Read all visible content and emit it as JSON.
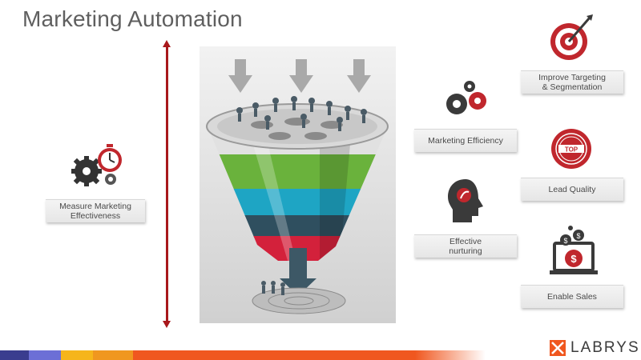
{
  "slide": {
    "title": "Marketing Automation"
  },
  "labels": {
    "measure": [
      "Measure Marketing",
      "Effectiveness"
    ],
    "efficiency": [
      "Marketing Efficiency"
    ],
    "nurturing": [
      "Effective",
      "nurturing"
    ],
    "targeting": [
      "Improve Targeting",
      "& Segmentation"
    ],
    "lead_quality": [
      "Lead Quality"
    ],
    "enable_sales": [
      "Enable Sales"
    ]
  },
  "badge": {
    "top_text": "TOP"
  },
  "logo": {
    "text": "LABRYS"
  },
  "colors": {
    "accent_red": "#a8181b",
    "funnel_green": "#6ab23c",
    "funnel_teal": "#1ea5c4",
    "funnel_dark": "#2f4f5f",
    "funnel_red": "#d3213b",
    "bar_navy": "#3a3d8f",
    "bar_purple": "#6c6fd6",
    "bar_yellow": "#f6b51b",
    "bar_orange": "#f0771f"
  },
  "icons": {
    "measure": "gears-stopwatch-icon",
    "efficiency": "gears-icon",
    "nurturing": "head-leaf-icon",
    "targeting": "target-dart-icon",
    "lead_quality": "top-seal-icon",
    "enable_sales": "laptop-dollar-icon",
    "logo": "labrys-logo-icon"
  }
}
